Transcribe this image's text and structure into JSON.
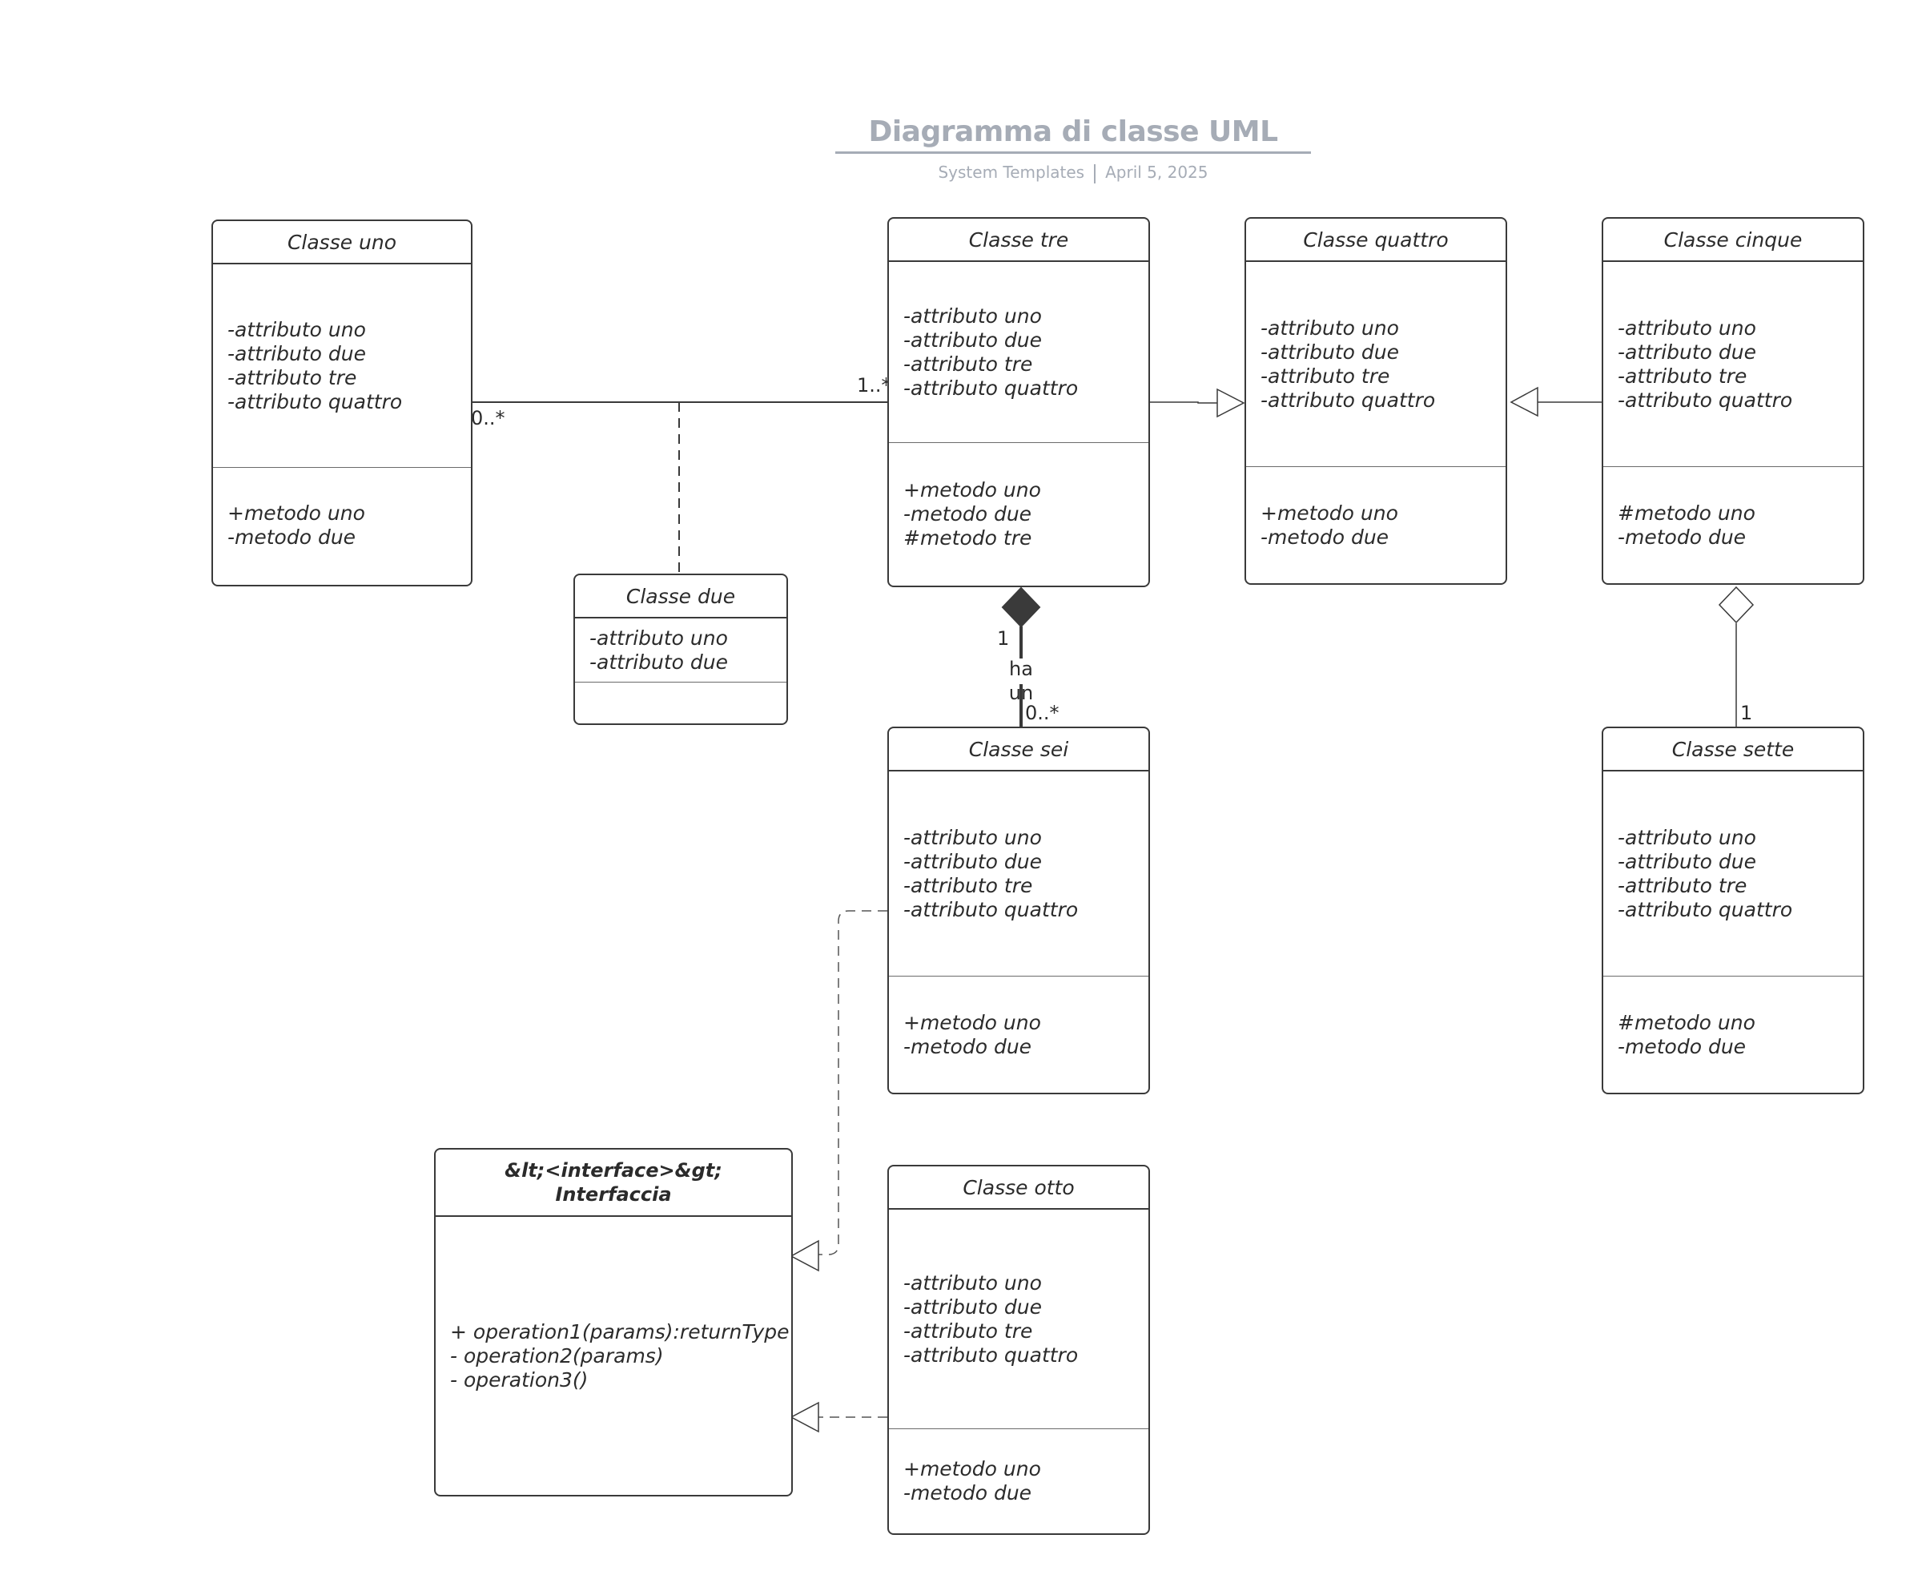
{
  "header": {
    "title": "Diagramma di classe UML",
    "source": "System Templates",
    "date": "April 5, 2025"
  },
  "colors": {
    "line": "#3a3a3a",
    "title": "#a6acb6",
    "text": "#2b2b2b"
  },
  "classes": {
    "uno": {
      "name": "Classe uno",
      "attributes": [
        "-attributo uno",
        "-attributo due",
        "-attributo tre",
        "-attributo quattro"
      ],
      "methods": [
        "+metodo uno",
        "-metodo due"
      ]
    },
    "due": {
      "name": "Classe due",
      "attributes": [
        "-attributo uno",
        "-attributo due"
      ],
      "methods": []
    },
    "tre": {
      "name": "Classe tre",
      "attributes": [
        "-attributo uno",
        "-attributo due",
        "-attributo tre",
        "-attributo quattro"
      ],
      "methods": [
        "+metodo uno",
        "-metodo due",
        "#metodo tre"
      ]
    },
    "quattro": {
      "name": "Classe quattro",
      "attributes": [
        "-attributo uno",
        "-attributo due",
        "-attributo tre",
        "-attributo quattro"
      ],
      "methods": [
        "+metodo uno",
        "-metodo due"
      ]
    },
    "cinque": {
      "name": "Classe cinque",
      "attributes": [
        "-attributo uno",
        "-attributo due",
        "-attributo tre",
        "-attributo quattro"
      ],
      "methods": [
        "#metodo uno",
        "-metodo due"
      ]
    },
    "sei": {
      "name": "Classe sei",
      "attributes": [
        "-attributo uno",
        "-attributo due",
        "-attributo tre",
        "-attributo quattro"
      ],
      "methods": [
        "+metodo uno",
        "-metodo due"
      ]
    },
    "sette": {
      "name": "Classe sette",
      "attributes": [
        "-attributo uno",
        "-attributo due",
        "-attributo tre",
        "-attributo quattro"
      ],
      "methods": [
        "#metodo uno",
        "-metodo due"
      ]
    },
    "otto": {
      "name": "Classe otto",
      "attributes": [
        "-attributo uno",
        "-attributo due",
        "-attributo tre",
        "-attributo quattro"
      ],
      "methods": [
        "+metodo uno",
        "-metodo due"
      ]
    },
    "interfaccia": {
      "stereotype": "&lt;<interface>&gt;",
      "name": "Interfaccia",
      "operations": [
        "+ operation1(params):returnType",
        "- operation2(params)",
        "- operation3()"
      ]
    }
  },
  "relationships": {
    "uno_tre": {
      "kind": "association",
      "source_multiplicity": "0..*",
      "target_multiplicity": "1..*"
    },
    "due_association_class": {
      "kind": "association-class"
    },
    "tre_quattro": {
      "kind": "generalization"
    },
    "cinque_quattro": {
      "kind": "generalization"
    },
    "tre_sei": {
      "kind": "composition",
      "whole_multiplicity": "1",
      "part_multiplicity": "0..*",
      "label": "ha un"
    },
    "cinque_sette": {
      "kind": "aggregation",
      "part_multiplicity": "1"
    },
    "sei_interfaccia": {
      "kind": "realization"
    },
    "otto_interfaccia": {
      "kind": "realization"
    }
  }
}
